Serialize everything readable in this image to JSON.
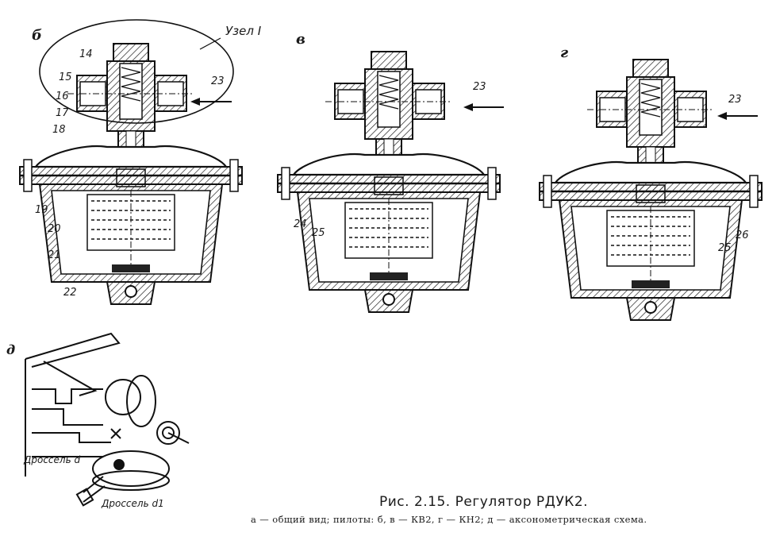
{
  "panels": {
    "b": "б",
    "v": "в",
    "g": "г",
    "d": "д"
  },
  "node_label": "Узел I",
  "part_numbers": {
    "b": [
      "14",
      "15",
      "16",
      "17",
      "18",
      "19",
      "20",
      "21",
      "22",
      "23"
    ],
    "v": [
      "23",
      "24",
      "25"
    ],
    "g": [
      "23",
      "26",
      "25"
    ]
  },
  "throttles": {
    "d": "Дроссель d",
    "d1": "Дроссель d1"
  },
  "caption": {
    "title": "Рис. 2.15. Регулятор РДУК2.",
    "subtitle": "а — общий вид; пилоты: б, в — КВ2, г — КН2; д — аксонометрическая схема."
  }
}
